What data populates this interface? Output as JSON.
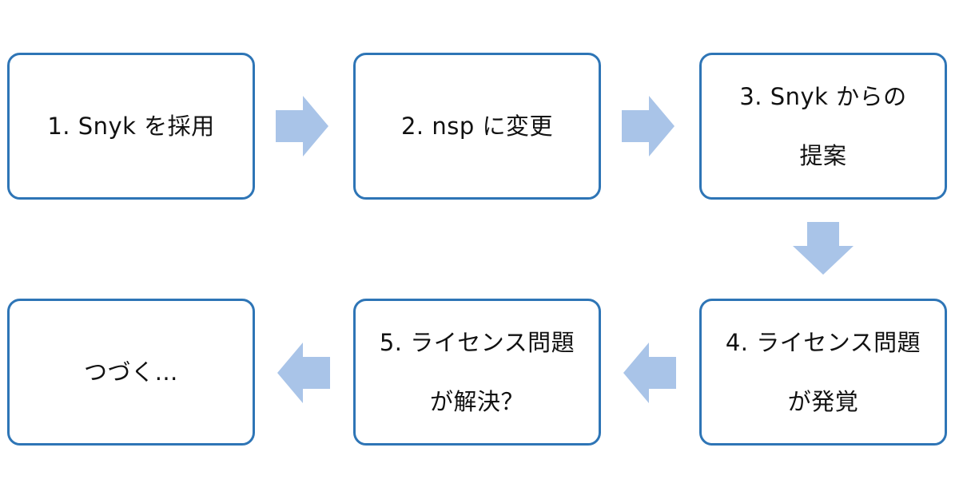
{
  "diagram": {
    "arrow_color": "#a9c4e8",
    "box_border_color": "#2e75b6",
    "steps": [
      {
        "lines": [
          "1. Snyk を採用"
        ]
      },
      {
        "lines": [
          "2. nsp に変更"
        ]
      },
      {
        "lines": [
          "3. Snyk からの",
          "提案"
        ]
      },
      {
        "lines": [
          "4. ライセンス問題",
          "が発覚"
        ]
      },
      {
        "lines": [
          "5. ライセンス問題",
          "が解決？"
        ]
      },
      {
        "lines": [
          "つづく…"
        ]
      }
    ],
    "arrows": [
      {
        "from": 1,
        "to": 2,
        "direction": "right"
      },
      {
        "from": 2,
        "to": 3,
        "direction": "right"
      },
      {
        "from": 3,
        "to": 4,
        "direction": "down"
      },
      {
        "from": 4,
        "to": 5,
        "direction": "left"
      },
      {
        "from": 5,
        "to": 6,
        "direction": "left"
      }
    ]
  }
}
